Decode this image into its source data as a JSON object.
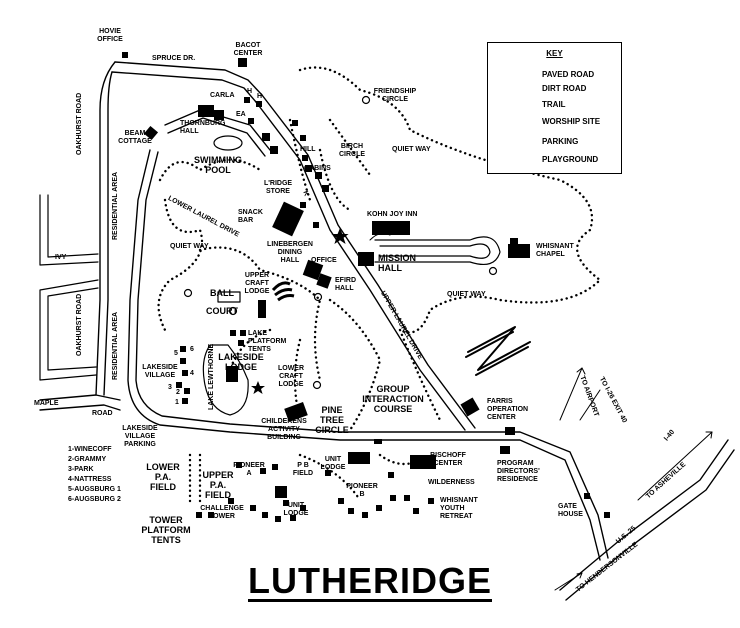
{
  "title": "LUTHERIDGE",
  "legend": {
    "title": "KEY",
    "items": [
      {
        "icon": "paved-road-icon",
        "label": "PAVED ROAD"
      },
      {
        "icon": "dirt-road-icon",
        "label": "DIRT ROAD"
      },
      {
        "icon": "trail-icon",
        "label": "TRAIL"
      },
      {
        "icon": "worship-site-icon",
        "label": "WORSHIP SITE"
      },
      {
        "icon": "parking-icon",
        "label": "PARKING"
      },
      {
        "icon": "playground-star-icon",
        "label": "PLAYGROUND"
      }
    ]
  },
  "labels": {
    "hovie_office": "HOVIE\nOFFICE",
    "bacot_center": "BACOT\nCENTER",
    "spruce_dr": "SPRUCE DR.",
    "friendship_circle": "FRIENDSHIP\nCIRCLE",
    "carla": "CARLA",
    "h1": "H",
    "h2": "H",
    "ea": "EA",
    "thornburg_hall": "THORNBURG\nHALL",
    "beam_cottage": "BEAM\nCOTTAGE",
    "swimming_pool": "SWIMMING\nPOOL",
    "hill": "HILL",
    "birch_circle": "BIRCH\nCIRCLE",
    "cabins": "CABINS",
    "quiet_way_1": "QUIET WAY",
    "quiet_way_2": "QUIET WAY",
    "quiet_way_3": "QUIET WAY",
    "lridge_store": "L'RIDGE\nSTORE",
    "snack_bar": "SNACK\nBAR",
    "lineberger": "LINEBERGEN\nDINING\nHALL",
    "kohn_joy_inn": "KOHN JOY INN",
    "mission_hall": "MISSION\nHALL",
    "whisnant_chapel": "WHISNANT\nCHAPEL",
    "office": "OFFICE",
    "efird_hall": "EFIRD\nHALL",
    "upper_craft_lodge": "UPPER\nCRAFT\nLODGE",
    "ball_court": "BALL\nCOURT",
    "lake_platform_tents": "LAKE\nPLATFORM\nTENTS",
    "lakeside_village": "LAKESIDE\nVILLAGE",
    "lakeside_lodge": "LAKESIDE\nLODGE",
    "lake_lewthorne": "LAKE\nLEWTHORNE",
    "lower_craft_lodge": "LOWER\nCRAFT\nLODGE",
    "group_interaction": "GROUP\nINTERACTION\nCOURSE",
    "farris": "FARRIS\nOPERATION\nCENTER",
    "pine_tree_circle": "PINE\nTREE\nCIRCLE",
    "childrens_activity": "CHILDERENS\nACTIVITY\nBUILDING",
    "upper_laurel_drive": "UPPER LAUREL DRIVE",
    "lower_laurel_drive": "LOWER LAUREL DRIVE",
    "lakeside_village_parking": "LAKESIDE\nVILLAGE\nPARKING",
    "oakhurst_road_1": "OAKHURST ROAD",
    "oakhurst_road_2": "OAKHURST ROAD",
    "residential_area_1": "RESIDENTIAL AREA",
    "residential_area_2": "RESIDENTIAL AREA",
    "ivy": "IVY",
    "maple_road": "MAPLE ROAD",
    "lower_pa_field": "LOWER\nP.A.\nFIELD",
    "upper_pa_field": "UPPER\nP.A.\nFIELD",
    "pioneer_a": "PIONEER\nA",
    "pb_field": "P B\nFIELD",
    "unit_lodge_1": "UNIT\nLODGE",
    "unit_lodge_2": "UNIT\nLODGE",
    "pioneer_b": "PIONEER\nB",
    "bischoff": "BISCHOFF\nCENTER",
    "wilderness": "WILDERNESS",
    "whisnant_youth": "WHISNANT\nYOUTH\nRETREAT",
    "program_directors": "PROGRAM\nDIRECTORS'\nRESIDENCE",
    "challenge_tower": "CHALLENGE\nTOWER",
    "tower_platform": "TOWER\nPLATFORM\nTENTS",
    "gate_house": "GATE\nHOUSE",
    "to_airport": "TO AIRPORT",
    "to_i26": "TO I-26 EXIT 40",
    "to_asheville": "TO ASHEVILLE",
    "to_hendersonville": "TO HENDERSONVILLE",
    "us25": "U.S. 25",
    "i40": "I-40"
  },
  "lakeside_numbers": [
    "6",
    "5",
    "4",
    "3",
    "2",
    "1"
  ],
  "village_list": [
    "1-WINECOFF",
    "2-GRAMMY",
    "3-PARK",
    "4-NATTRESS",
    "5-AUGSBURG 1",
    "6-AUGSBURG 2"
  ]
}
